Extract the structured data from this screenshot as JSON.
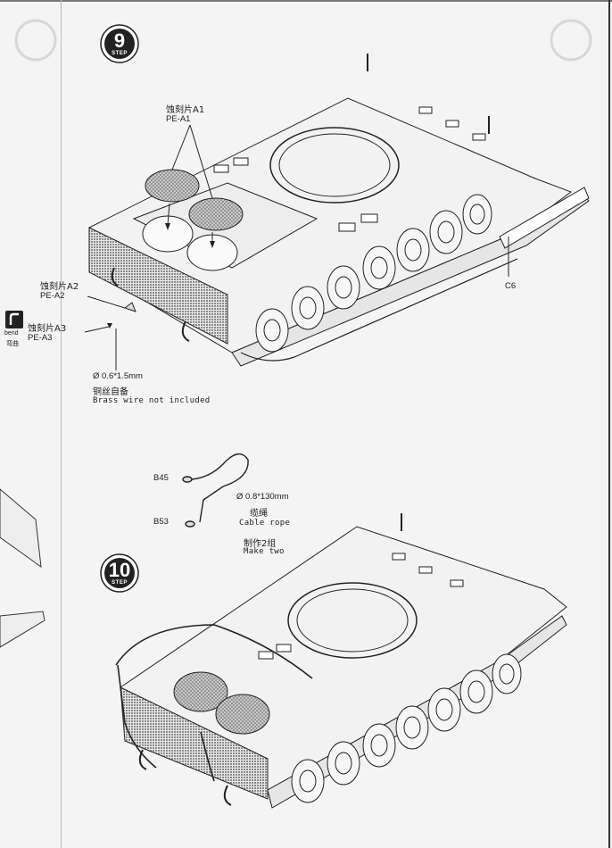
{
  "step9": {
    "number": "9",
    "step_word": "STEP",
    "pe_a1_cn": "蚀刻片A1",
    "pe_a1_en": "PE-A1",
    "pe_a2_cn": "蚀刻片A2",
    "pe_a2_en": "PE-A2",
    "pe_a3_cn": "蚀刻片A3",
    "pe_a3_en": "PE-A3",
    "bend_en": "bend",
    "bend_cn": "弯曲",
    "wire_size": "Ø 0.6*1.5mm",
    "wire_cn": "铜丝自备",
    "wire_en": "Brass wire not included",
    "part_c6": "C6"
  },
  "step10": {
    "number": "10",
    "step_word": "STEP",
    "part_b45": "B45",
    "part_b53": "B53",
    "cable_size": "Ø 0.8*130mm",
    "cable_cn": "缆绳",
    "cable_en": "Cable rope",
    "make_cn": "制作2组",
    "make_en": "Make two"
  }
}
